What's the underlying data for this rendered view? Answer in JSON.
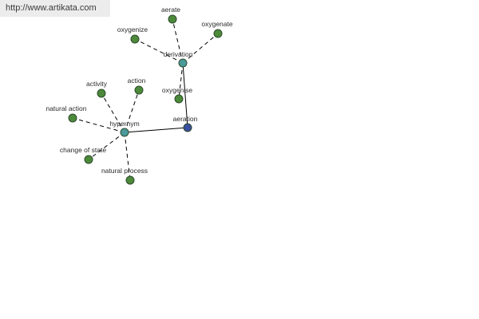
{
  "source_url": "http://www.artikata.com",
  "colors": {
    "leaf_node": "#4c8a3a",
    "hub_node": "#4b9a9a",
    "root_node": "#3a4fa0",
    "node_stroke": "#2d4a2d"
  },
  "graph": {
    "nodes": [
      {
        "id": "aeration",
        "label": "aeration",
        "kind": "root"
      },
      {
        "id": "hypernym",
        "label": "hypernym",
        "kind": "hub"
      },
      {
        "id": "derivation",
        "label": "derivation",
        "kind": "hub"
      },
      {
        "id": "aerate",
        "label": "aerate",
        "kind": "leaf"
      },
      {
        "id": "oxygenate",
        "label": "oxygenate",
        "kind": "leaf"
      },
      {
        "id": "oxygenize",
        "label": "oxygenize",
        "kind": "leaf"
      },
      {
        "id": "oxygenise",
        "label": "oxygenise",
        "kind": "leaf"
      },
      {
        "id": "activity",
        "label": "activity",
        "kind": "leaf"
      },
      {
        "id": "action",
        "label": "action",
        "kind": "leaf"
      },
      {
        "id": "natural-action",
        "label": "natural action",
        "kind": "leaf"
      },
      {
        "id": "change-of-state",
        "label": "change of state",
        "kind": "leaf"
      },
      {
        "id": "natural-process",
        "label": "natural process",
        "kind": "leaf"
      }
    ],
    "edges": [
      {
        "from": "aeration",
        "to": "hypernym",
        "style": "solid"
      },
      {
        "from": "aeration",
        "to": "derivation",
        "style": "solid"
      },
      {
        "from": "derivation",
        "to": "aerate",
        "style": "dashed"
      },
      {
        "from": "derivation",
        "to": "oxygenate",
        "style": "dashed"
      },
      {
        "from": "derivation",
        "to": "oxygenize",
        "style": "dashed"
      },
      {
        "from": "derivation",
        "to": "oxygenise",
        "style": "dashed"
      },
      {
        "from": "hypernym",
        "to": "activity",
        "style": "dashed"
      },
      {
        "from": "hypernym",
        "to": "action",
        "style": "dashed"
      },
      {
        "from": "hypernym",
        "to": "natural-action",
        "style": "dashed"
      },
      {
        "from": "hypernym",
        "to": "change-of-state",
        "style": "dashed"
      },
      {
        "from": "hypernym",
        "to": "natural-process",
        "style": "dashed"
      }
    ]
  }
}
